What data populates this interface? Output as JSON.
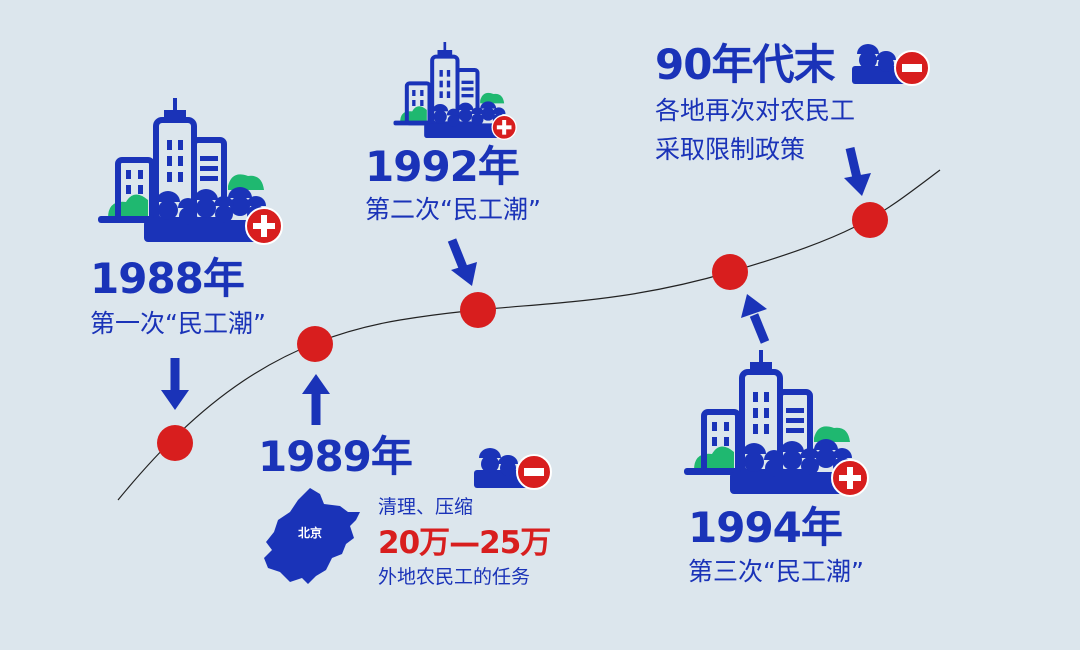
{
  "colors": {
    "background": "#dce6ed",
    "primary": "#1a33b8",
    "accent": "#d81e1e",
    "green": "#1fb870"
  },
  "events": [
    {
      "year": "1988年",
      "desc": "第一次“民工潮”",
      "icon": "city-workers-plus-icon"
    },
    {
      "year": "1989年",
      "desc_lines": [
        "清理、压缩",
        "20万—25万",
        "外地农民工的任务"
      ],
      "map_label": "北京",
      "icon": "workers-minus-icon"
    },
    {
      "year": "1992年",
      "desc": "第二次“民工潮”",
      "icon": "city-workers-plus-icon"
    },
    {
      "year": "1994年",
      "desc": "第三次“民工潮”",
      "icon": "city-workers-plus-icon"
    },
    {
      "year": "90年代末",
      "desc_lines": [
        "各地再次对农民工",
        "采取限制政策"
      ],
      "icon": "workers-minus-icon"
    }
  ]
}
